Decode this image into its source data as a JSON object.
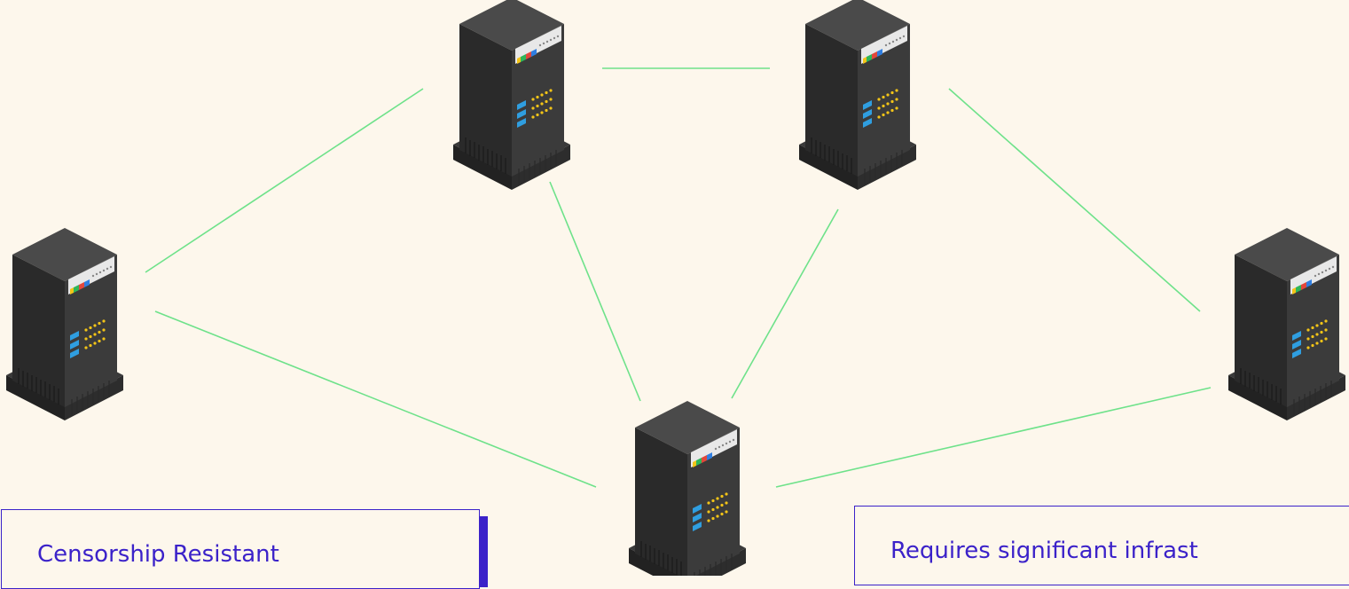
{
  "colors": {
    "background": "#fdf7ec",
    "link": "#6ee28a",
    "accent": "#3b22c9",
    "server_dark": "#2a2a2a",
    "server_mid": "#3b3b3b",
    "server_light": "#4a4a4a",
    "led_yellow": "#f2c418",
    "drive_blue": "#2f9ee0"
  },
  "nodes": [
    {
      "id": "node-top-left",
      "icon": "server-icon"
    },
    {
      "id": "node-top-right",
      "icon": "server-icon"
    },
    {
      "id": "node-left",
      "icon": "server-icon"
    },
    {
      "id": "node-right",
      "icon": "server-icon"
    },
    {
      "id": "node-bottom",
      "icon": "server-icon"
    }
  ],
  "edges": [
    {
      "from": "node-top-left",
      "to": "node-top-right"
    },
    {
      "from": "node-top-left",
      "to": "node-left"
    },
    {
      "from": "node-top-left",
      "to": "node-bottom"
    },
    {
      "from": "node-top-right",
      "to": "node-bottom"
    },
    {
      "from": "node-top-right",
      "to": "node-right"
    },
    {
      "from": "node-left",
      "to": "node-bottom"
    },
    {
      "from": "node-right",
      "to": "node-bottom"
    }
  ],
  "cards": {
    "left_label": "Censorship Resistant",
    "right_label": "Requires significant infrast"
  }
}
